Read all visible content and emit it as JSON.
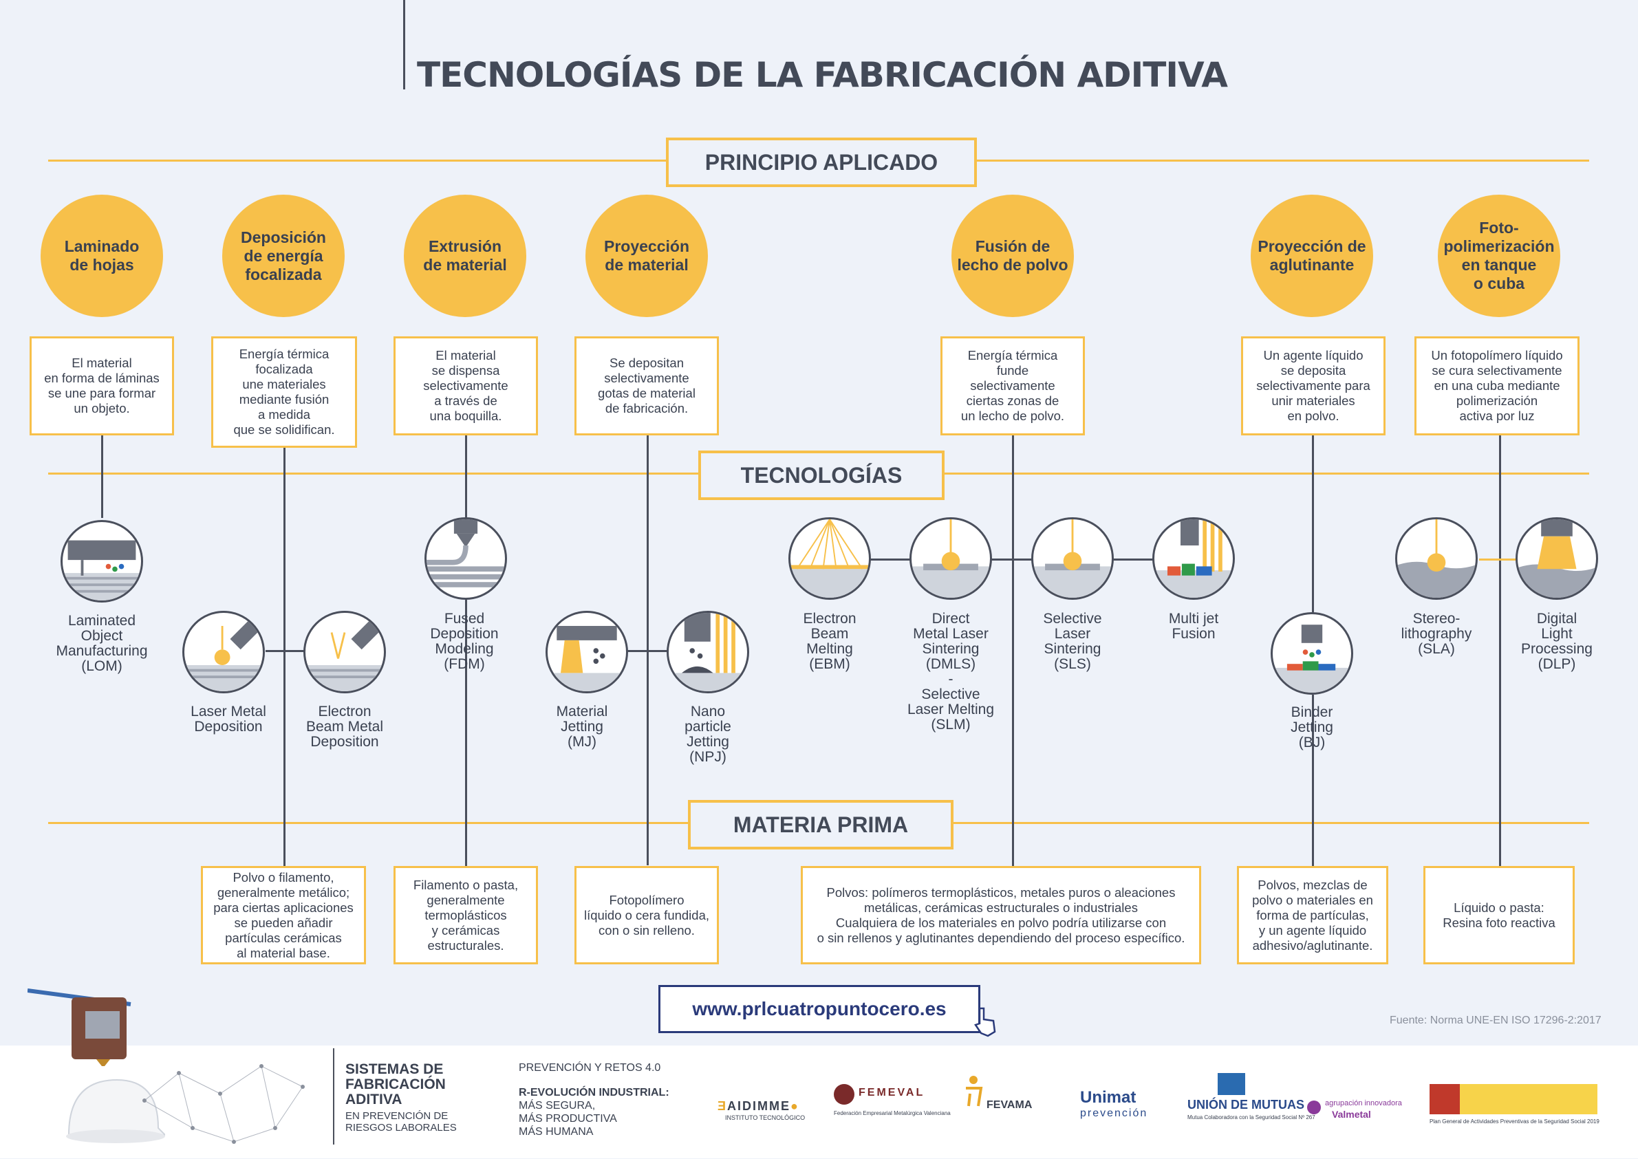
{
  "title": "TECNOLOGÍAS DE LA FABRICACIÓN ADITIVA",
  "sections": {
    "principio": "PRINCIPIO APLICADO",
    "tecnologias": "TECNOLOGÍAS",
    "materia": "MATERIA PRIMA"
  },
  "principles": [
    {
      "name": "Laminado\nde hojas",
      "desc": "El material\nen forma de láminas\nse une para formar\nun objeto.",
      "material": "Polvo o filamento,\ngeneralmente metálico;\npara ciertas aplicaciones\nse pueden añadir\npartículas cerámicas\nal material base."
    },
    {
      "name": "Deposición\nde energía\nfocalizada",
      "desc": "Energía térmica\nfocalizada\nune materiales\nmediante fusión\na medida\nque se solidifican."
    },
    {
      "name": "Extrusión\nde material",
      "desc": "El material\nse dispensa\nselectivamente\na través de\nuna boquilla.",
      "material": "Filamento o pasta,\ngeneralmente\ntermoplásticos\ny cerámicas\nestructurales."
    },
    {
      "name": "Proyección\nde material",
      "desc": "Se depositan\nselectivamente\ngotas de material\nde fabricación.",
      "material": "Fotopolímero\nlíquido o cera fundida,\ncon o sin relleno."
    },
    {
      "name": "Fusión  de\nlecho de polvo",
      "desc": "Energía térmica\nfunde\nselectivamente\nciertas zonas de\nun lecho de polvo.",
      "material": "Polvos: polímeros termoplásticos, metales puros o aleaciones\nmetálicas, cerámicas estructurales o industriales\nCualquiera de los materiales en polvo podría utilizarse con\no sin rellenos y aglutinantes dependiendo del proceso específico."
    },
    {
      "name": "Proyección de\naglutinante",
      "desc": "Un agente líquido\nse deposita\nselectivamente para\nunir materiales\nen polvo.",
      "material": "Polvos, mezclas de\npolvo o materiales en\nforma de partículas,\ny un agente líquido\nadhesivo/aglutinante."
    },
    {
      "name": "Foto-\npolimerización\nen tanque\no cuba",
      "desc": "Un fotopolímero líquido\nse cura selectivamente\nen una cuba mediante\npolimerización\nactiva por luz",
      "material": "Líquido o pasta:\nResina foto reactiva"
    }
  ],
  "technologies": [
    "Laminated\nObject\nManufacturing\n(LOM)",
    "Laser Metal\nDeposition",
    "Electron\nBeam Metal\nDeposition",
    "Fused\nDeposition\nModeling\n(FDM)",
    "Material\nJetting\n(MJ)",
    "Nano\nparticle\nJetting\n(NPJ)",
    "Electron\nBeam\nMelting\n(EBM)",
    "Direct\nMetal Laser\nSintering\n(DMLS)\n-\nSelective\nLaser Melting\n(SLM)",
    "Selective\nLaser\nSintering\n(SLS)",
    "Multi jet\nFusion",
    "Binder\nJetting\n(BJ)",
    "Stereo-\nlithography\n(SLA)",
    "Digital\nLight\nProcessing\n(DLP)"
  ],
  "url": "www.prlcuatropuntocero.es",
  "source": "Fuente: Norma UNE-EN ISO 17296-2:2017",
  "footer": {
    "block1_title": "SISTEMAS DE\nFABRICACIÓN\nADITIVA",
    "block1_sub": "EN PREVENCIÓN DE\nRIESGOS LABORALES",
    "block2_top": "PREVENCIÓN Y RETOS 4.0",
    "block2_bold": "R-EVOLUCIÓN INDUSTRIAL:",
    "block2_lines": "MÁS SEGURA,\nMÁS PRODUCTIVA\nMÁS HUMANA",
    "logos": {
      "aidimme": "AIDIMME",
      "aidimme_sub": "INSTITUTO TECNOLÓGICO",
      "femeval": "FEMEVAL",
      "femeval_sub": "Federación Empresarial Metalúrgica Valenciana",
      "fevama": "FEVAMA",
      "unimat": "Unimat",
      "unimat_sub": "prevención",
      "union": "UNIÓN DE MUTUAS",
      "union_sub": "Mutua Colaboradora con la Seguridad Social Nº 267",
      "valmetal_top": "agrupación innovadora",
      "valmetal": "Valmetal",
      "gobierno_sub": "Plan General de Actividades Preventivas de la Seguridad Social 2019"
    }
  },
  "colors": {
    "accent": "#f7c04a",
    "dark": "#4a4f5c",
    "link": "#2a3a7a",
    "bg": "#eef2f9"
  }
}
